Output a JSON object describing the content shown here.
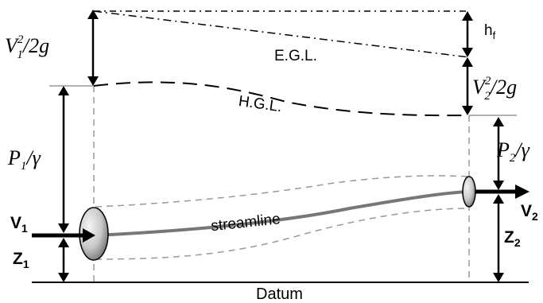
{
  "diagram": {
    "labels": {
      "egl": "E.G.L.",
      "hgl": "H.G.L.",
      "hf_main": "h",
      "hf_sub": "f",
      "streamline": "streamline",
      "datum": "Datum",
      "v1_main": "V",
      "v1_sub": "1",
      "v2_main": "V",
      "v2_sub": "2",
      "z1_main": "Z",
      "z1_sub": "1",
      "z2_main": "Z",
      "z2_sub": "2",
      "vhead1": {
        "v": "V",
        "sub": "1",
        "sup": "2",
        "rest": "/2g"
      },
      "vhead2": {
        "v": "V",
        "sub": "2",
        "sup": "2",
        "rest": "/2g"
      },
      "phead1": {
        "p": "P",
        "sub": "1",
        "rest": "/γ"
      },
      "phead2": {
        "p": "P",
        "sub": "2",
        "rest": "/γ"
      }
    },
    "colors": {
      "line": "#000000",
      "streamline": "#777777",
      "guide": "#999999",
      "ellipse_light": "#f2f2f2",
      "ellipse_dark": "#8c8c8c"
    }
  }
}
